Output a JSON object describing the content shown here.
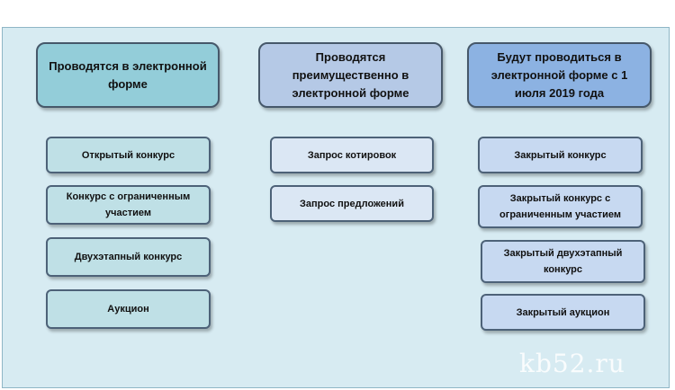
{
  "columns": [
    {
      "header": "Проводятся в электронной форме",
      "items": [
        "Открытый конкурс",
        "Конкурс с ограниченным участием",
        "Двухэтапный конкурс",
        "Аукцион"
      ]
    },
    {
      "header": "Проводятся преимущественно в электронной форме",
      "items": [
        "Запрос котировок",
        "Запрос предложений"
      ]
    },
    {
      "header": "Будут проводиться в электронной форме с 1 июля 2019 года",
      "items": [
        "Закрытый конкурс",
        "Закрытый конкурс с ограниченным участием",
        "Закрытый двухэтапный конкурс",
        "Закрытый аукцион"
      ]
    }
  ],
  "watermark": "kb52.ru",
  "colors": {
    "panel": "#d7ebf2",
    "col1_header": "#93cdd9",
    "col2_header": "#b5c9e6",
    "col3_header": "#8cb2e2"
  }
}
